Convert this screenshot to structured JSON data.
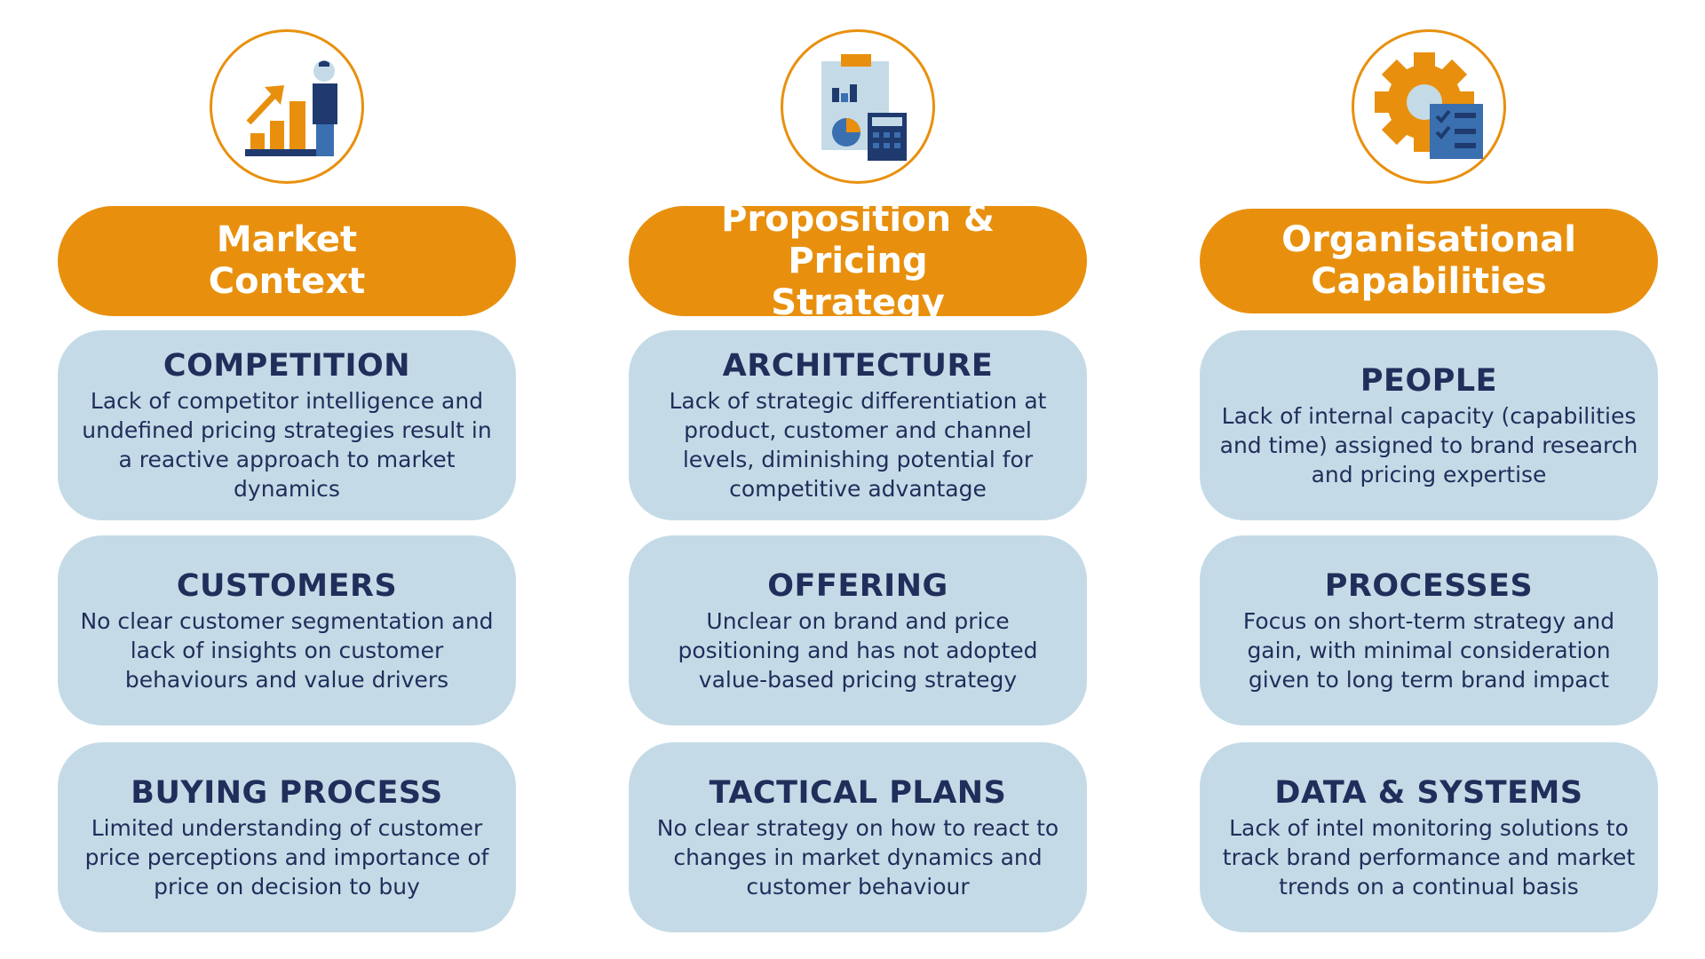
{
  "colors": {
    "accent": "#e8900e",
    "card": "#c4dbe7",
    "text": "#1f2e5a",
    "icon_dark": "#1f3a6e",
    "icon_mid": "#3a6fb0",
    "icon_light": "#c4dbe7"
  },
  "columns": [
    {
      "icon": "growth-chart-person-icon",
      "header": "Market\nContext",
      "cards": [
        {
          "title": "COMPETITION",
          "text": "Lack of competitor intelligence and undefined pricing strategies result in a reactive approach to market dynamics"
        },
        {
          "title": "CUSTOMERS",
          "text": "No clear customer segmentation and lack of insights on customer behaviours and value drivers"
        },
        {
          "title": "BUYING PROCESS",
          "text": "Limited understanding of customer price perceptions and importance of price on decision to buy"
        }
      ]
    },
    {
      "icon": "clipboard-calculator-icon",
      "header": "Proposition & Pricing\nStrategy",
      "cards": [
        {
          "title": "ARCHITECTURE",
          "text": "Lack of strategic differentiation at product, customer and  channel levels, diminishing potential for competitive advantage"
        },
        {
          "title": "OFFERING",
          "text": "Unclear on brand and price positioning and has not adopted value-based pricing strategy"
        },
        {
          "title": "TACTICAL PLANS",
          "text": "No clear strategy on how to react to changes in market dynamics and customer behaviour"
        }
      ]
    },
    {
      "icon": "gear-checklist-icon",
      "header": "Organisational\nCapabilities",
      "cards": [
        {
          "title": "PEOPLE",
          "text": "Lack of internal capacity (capabilities and time) assigned to brand research and pricing expertise"
        },
        {
          "title": "PROCESSES",
          "text": "Focus on short-term strategy and gain, with minimal consideration given to long term brand impact"
        },
        {
          "title": "DATA & SYSTEMS",
          "text": "Lack of intel monitoring solutions to track brand performance and market trends on a continual basis"
        }
      ]
    }
  ]
}
